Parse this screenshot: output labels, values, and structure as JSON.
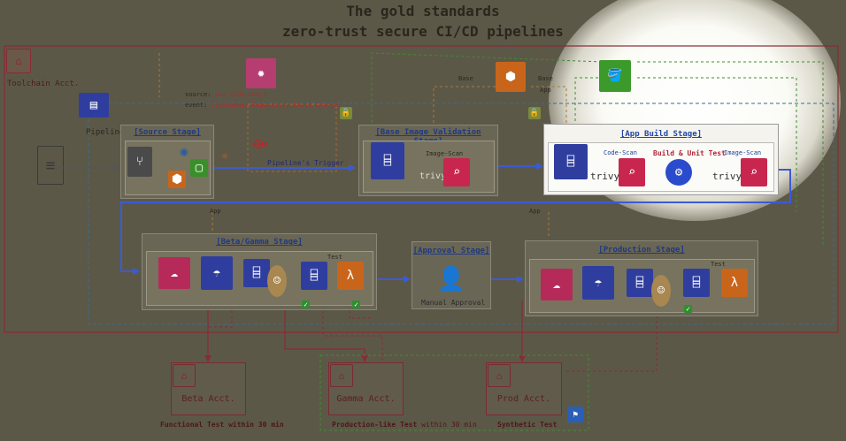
{
  "title": {
    "line1": "The gold standards",
    "line2": "zero-trust secure CI/CD pipelines"
  },
  "toolchain": {
    "label": "Toolchain Acct."
  },
  "pipeline": {
    "label": "Pipeline"
  },
  "codecommit": {
    "source_key": "source:",
    "source_val": "aws.codecommit",
    "event_key": "event:",
    "event_val": "CodeCommit Repository State Change"
  },
  "trigger_label": "Pipeline's Trigger",
  "artifacts": {
    "base1": "Base",
    "base2": "Base",
    "app1": "App",
    "app2": "App",
    "app3": "App"
  },
  "stages": {
    "source": {
      "title": "[Source Stage]"
    },
    "base_image": {
      "title": "[Base Image Validation Stage]",
      "scan": "Image-Scan"
    },
    "app_build": {
      "title": "[App Build Stage]",
      "code_scan": "Code-Scan",
      "build_test": "Build & Unit Test",
      "image_scan": "Image-Scan"
    },
    "beta_gamma": {
      "title": "[Beta/Gamma Stage]",
      "test": "Test"
    },
    "approval": {
      "title": "[Approval Stage]",
      "manual": "Manual Approval"
    },
    "production": {
      "title": "[Production Stage]",
      "test": "Test"
    }
  },
  "trivy": "trivy",
  "accounts": {
    "beta": {
      "label": "Beta Acct.",
      "caption": "Functional Test within 30 min"
    },
    "gamma": {
      "label": "Gamma Acct.",
      "caption_a": "Production-like Test",
      "caption_b": " within 30 min"
    },
    "prod": {
      "label": "Prod Acct.",
      "caption": "Synthetic Test"
    }
  },
  "colors": {
    "ecr": "#2f3e9e",
    "pink": "#c8264f",
    "orange": "#c8651b",
    "green": "#3b8f2a",
    "flow": "#3a5bd6",
    "account": "#8a2a34",
    "approve": "#2f8f2f"
  },
  "icons": {
    "codecommit": "codecommit-icon",
    "document": "document-icon",
    "ecr": "ecr-icon",
    "inspector": "inspector-icon",
    "lambda": "lambda-icon",
    "s3": "s3-bucket-icon",
    "kms": "kms-icon",
    "codebuild": "codebuild-icon",
    "approval": "approval-person-icon"
  }
}
